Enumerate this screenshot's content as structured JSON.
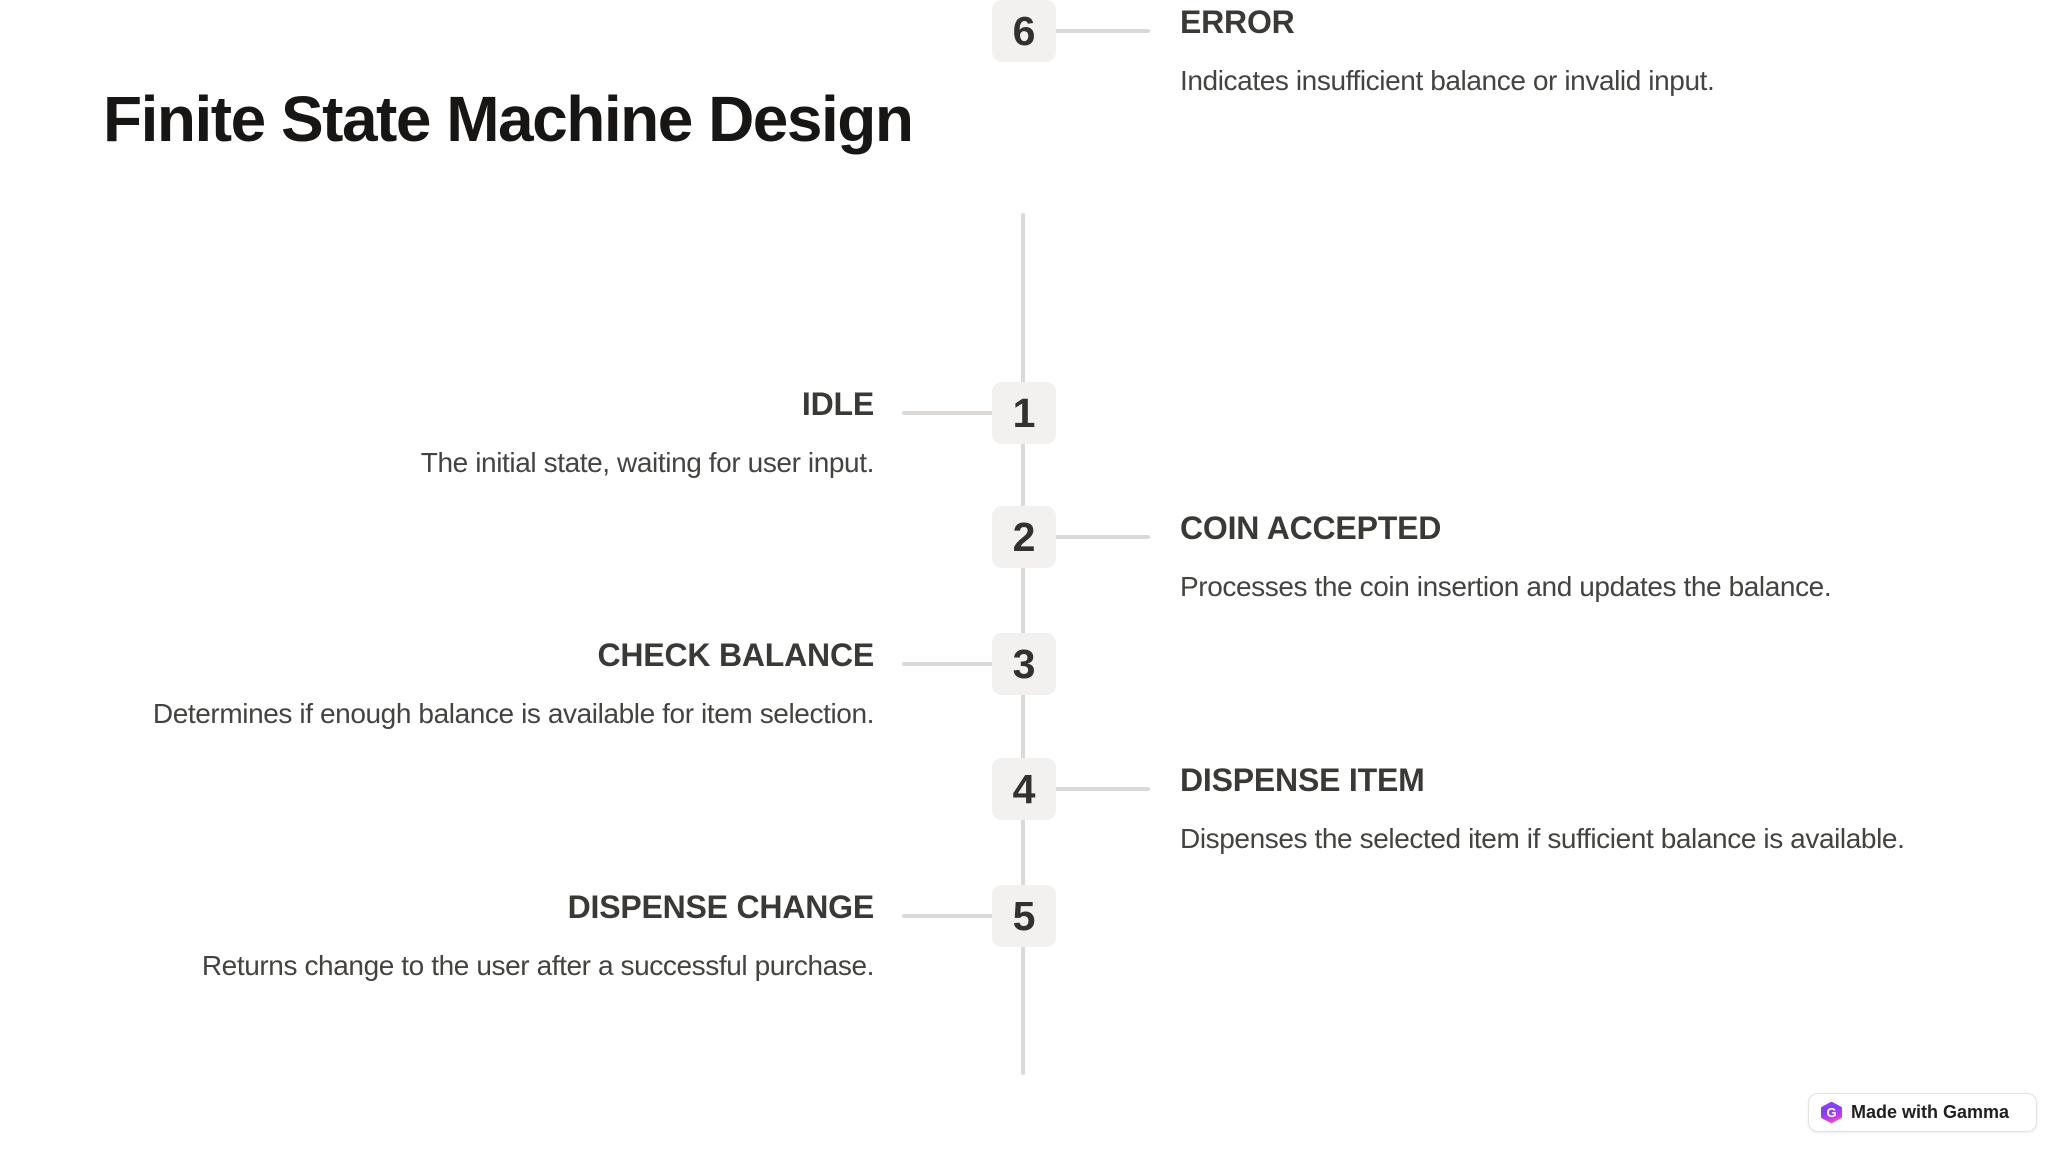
{
  "slide": {
    "title": "Finite State Machine Design",
    "items": [
      {
        "number": "1",
        "side": "left",
        "title": "IDLE",
        "description": "The initial state, waiting for user input."
      },
      {
        "number": "2",
        "side": "right",
        "title": "COIN ACCEPTED",
        "description": "Processes the coin insertion and updates the balance."
      },
      {
        "number": "3",
        "side": "left",
        "title": "CHECK BALANCE",
        "description": "Determines if enough balance is available for item selection."
      },
      {
        "number": "4",
        "side": "right",
        "title": "DISPENSE ITEM",
        "description": "Dispenses the selected item if sufficient balance is available."
      },
      {
        "number": "5",
        "side": "left",
        "title": "DISPENSE CHANGE",
        "description": "Returns change to the user after a successful purchase."
      },
      {
        "number": "6",
        "side": "right",
        "title": "ERROR",
        "description": "Indicates insufficient balance or invalid input."
      }
    ]
  },
  "badge": {
    "label": "Made with Gamma",
    "logo_letter": "G"
  },
  "colors": {
    "background": "#ffffff",
    "title_text": "#181614",
    "heading_text": "#3b3936",
    "body_text": "#454340",
    "timeline_line": "#dbd8d5",
    "step_badge_bg": "#f3f1ef",
    "step_badge_text": "#33312e",
    "gamma_gradient_start": "#7e3ff2",
    "gamma_gradient_end": "#f98a4b"
  }
}
